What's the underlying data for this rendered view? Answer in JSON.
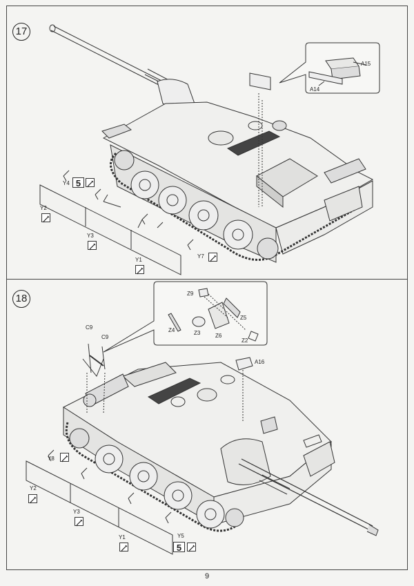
{
  "page": {
    "number": "9"
  },
  "step17": {
    "number": "17",
    "inset_labels": {
      "a15": "A15",
      "a14": "A14"
    },
    "callouts": {
      "y4": "Y4",
      "y2": "Y2",
      "y3": "Y3",
      "y1": "Y1",
      "y7": "Y7"
    },
    "badge": "5"
  },
  "step18": {
    "number": "18",
    "inset_labels": {
      "z9": "Z9",
      "z5": "Z5",
      "z4": "Z4",
      "z3": "Z3",
      "z6": "Z6",
      "z2": "Z2"
    },
    "callouts": {
      "c9a": "C9",
      "c9b": "C9",
      "a16": "A16",
      "y8": "Y8",
      "y2": "Y2",
      "y3": "Y3",
      "y1": "Y1",
      "y5": "Y5"
    },
    "badge": "5"
  },
  "icons": {
    "glue": "cement-brush-icon"
  }
}
